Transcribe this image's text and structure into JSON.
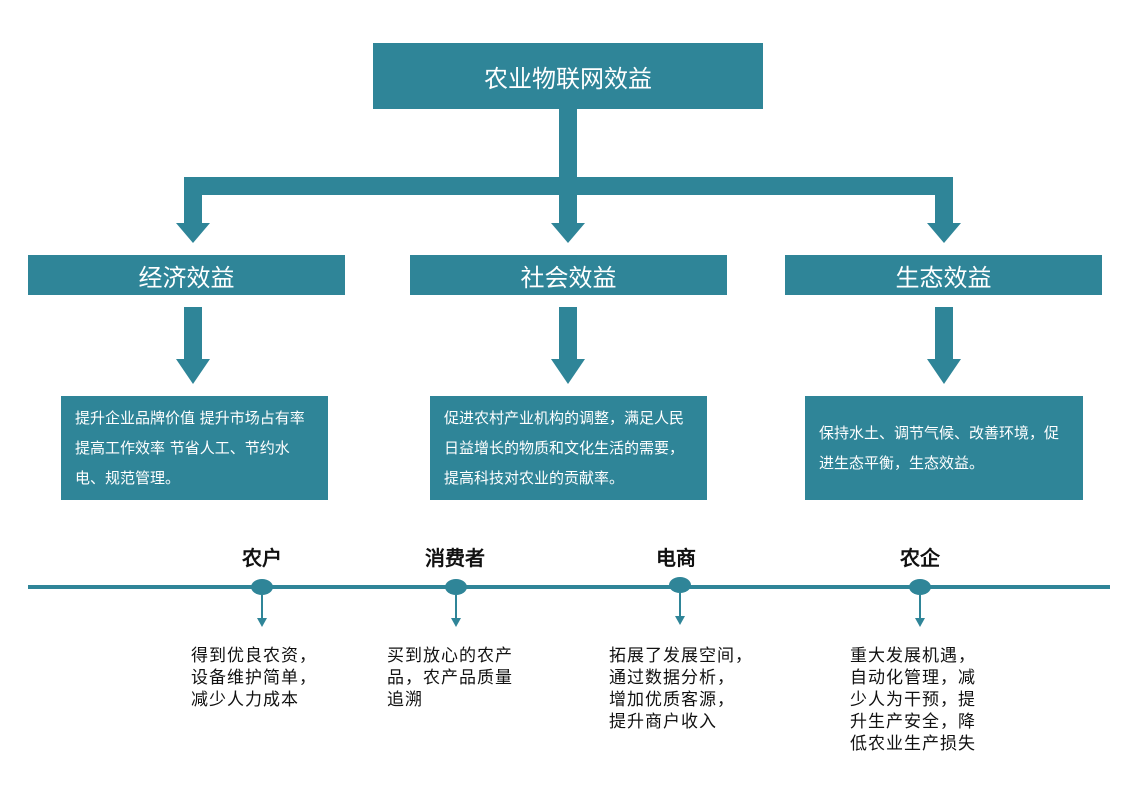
{
  "root": {
    "title": "农业物联网效益"
  },
  "colors": {
    "primary": "#2f8598",
    "text": "#111111",
    "box_text": "#ffffff"
  },
  "categories": [
    {
      "title": "经济效益",
      "description": "提升企业品牌价值 提升市场占有率 提高工作效率 节省人工、节约水电、规范管理。"
    },
    {
      "title": "社会效益",
      "description": "促进农村产业机构的调整，满足人民日益增长的物质和文化生活的需要，提高科技对农业的贡献率。"
    },
    {
      "title": "生态效益",
      "description": "保持水土、调节气候、改善环境，促进生态平衡，生态效益。"
    }
  ],
  "stakeholders": [
    {
      "name": "农户",
      "benefit": "得到优良农资，\n设备维护简单，\n减少人力成本"
    },
    {
      "name": "消费者",
      "benefit": "买到放心的农产\n品，农产品质量\n追溯"
    },
    {
      "name": "电商",
      "benefit": "拓展了发展空间，\n通过数据分析，\n增加优质客源，\n提升商户收入"
    },
    {
      "name": "农企",
      "benefit": "重大发展机遇，\n自动化管理，减\n少人为干预，提\n升生产安全，降\n低农业生产损失"
    }
  ]
}
